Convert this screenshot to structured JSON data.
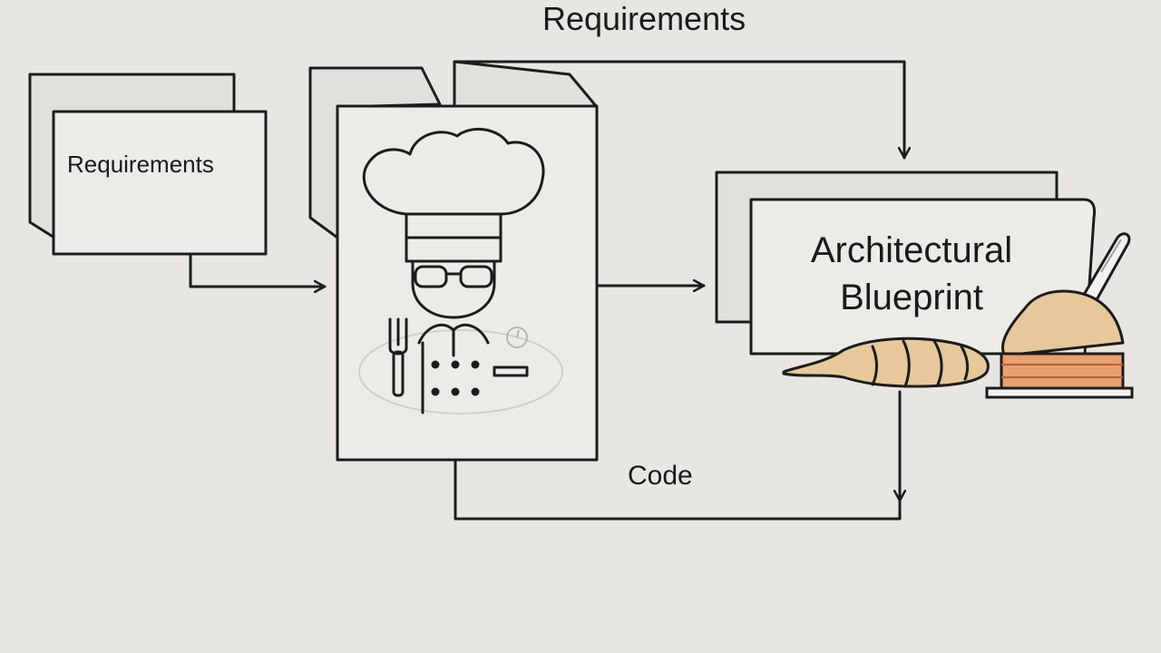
{
  "labels": {
    "top": "Requirements",
    "requirements_doc": "Requirements",
    "blueprint_line1": "Architectural",
    "blueprint_line2": "Blueprint",
    "code": "Code"
  },
  "icons": {
    "chef": "chef-icon",
    "fork": "fork-icon",
    "food": "bread-and-cake-icon",
    "knife": "knife-icon"
  },
  "colors": {
    "background": "#e8e6e2",
    "line": "#1c1c1c",
    "bread": "#e6c89a",
    "cake_filling": "#e8a070"
  }
}
